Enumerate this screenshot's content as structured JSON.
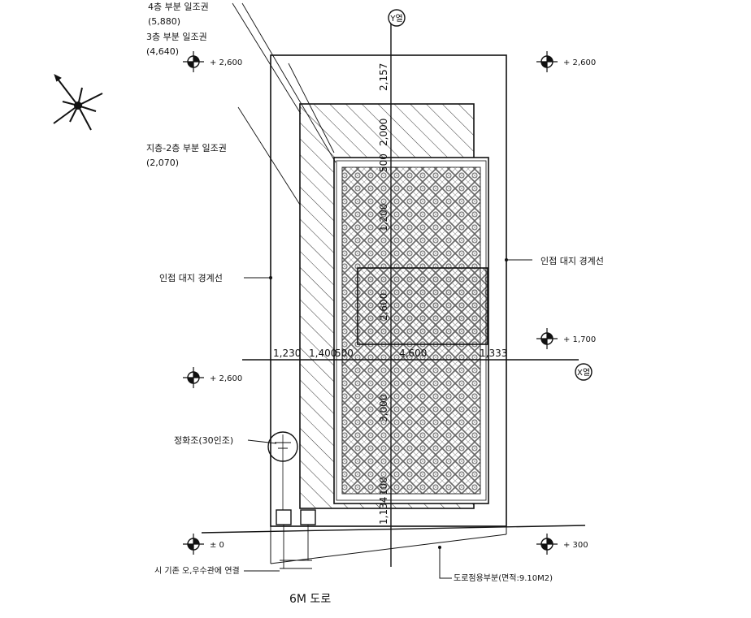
{
  "floor_labels": {
    "floor4_title": "4층 부분 일조권",
    "floor4_value": "(5,880)",
    "floor3_title": "3층 부분 일조권",
    "floor3_value": "(4,640)",
    "floor12_title": "지층-2층 부분 일조권",
    "floor12_value": "(2,070)"
  },
  "boundary_labels": {
    "left": "인접 대지 경계선",
    "right": "인접 대지 경계선"
  },
  "septic_label": "정화조(30인조)",
  "sewer_label": "시 기존 오,우수관에 연결",
  "road_usage_label": "도로점용부분(면적:9.10M2)",
  "road_label": "6M 도로",
  "axis_labels": {
    "y": "Y열",
    "x": "X열"
  },
  "level_marks": {
    "top_left": "+ 2,600",
    "top_right": "+ 2,600",
    "mid_left": "+ 2,600",
    "mid_right": "+ 1,700",
    "bottom_left": "± 0",
    "bottom_right": "+ 300"
  },
  "dimensions": {
    "h_1230": "1,230",
    "h_1400": "1,400",
    "h_500": "500",
    "h_4600": "4,600",
    "h_1333": "1,333",
    "v_2157": "2,157",
    "v_2000": "2,000",
    "v_500": "500",
    "v_1200": "1,200",
    "v_2600": "2,600",
    "v_3000": "3,000",
    "v_100": "100",
    "v_1134": "1,134"
  },
  "colors": {
    "ink": "#111111",
    "hatch": "#333333",
    "paper": "#ffffff"
  }
}
